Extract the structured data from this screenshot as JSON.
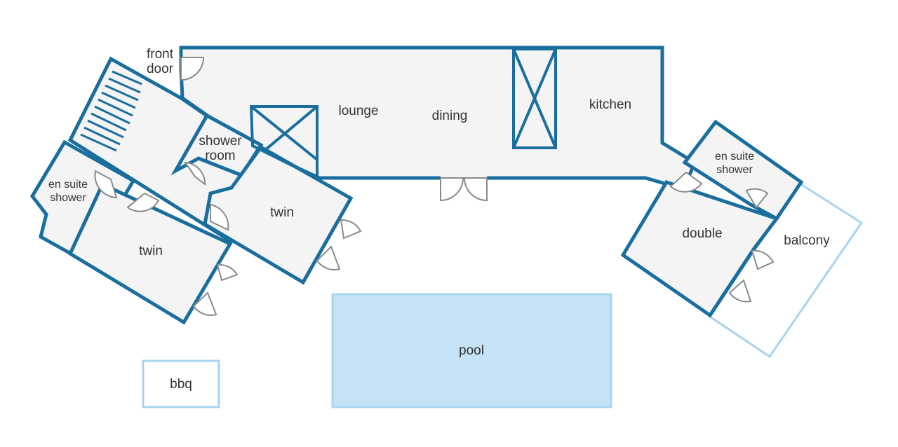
{
  "colors": {
    "wall": "#1a6e9e",
    "floor": "#f4f4f4",
    "outdoor_outline": "#a9d4ee",
    "pool_fill": "#c4e3f6",
    "door": "#8a8a8a",
    "text": "#333333"
  },
  "rooms": {
    "front_door_1": "front",
    "front_door_2": "door",
    "lounge": "lounge",
    "dining": "dining",
    "kitchen": "kitchen",
    "shower_room_1": "shower",
    "shower_room_2": "room",
    "en_suite_left_1": "en suite",
    "en_suite_left_2": "shower",
    "twin_left": "twin",
    "twin_center": "twin",
    "en_suite_right_1": "en suite",
    "en_suite_right_2": "shower",
    "double": "double",
    "balcony": "balcony",
    "pool": "pool",
    "bbq": "bbq"
  }
}
